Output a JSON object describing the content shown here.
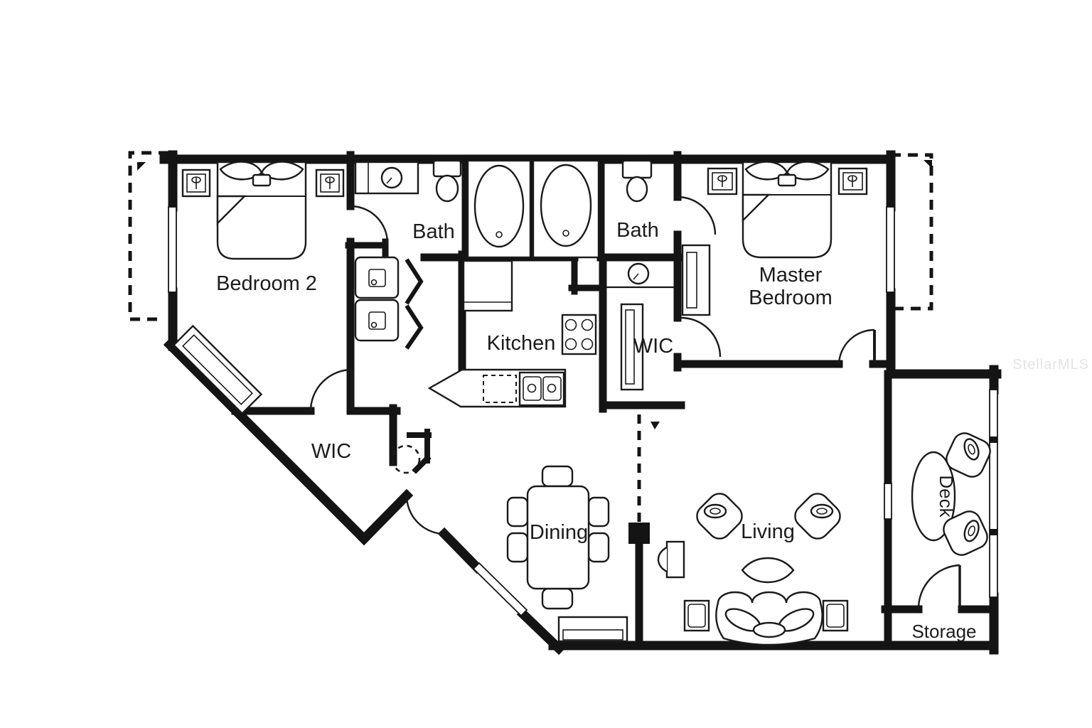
{
  "watermark": "StellarMLS",
  "colors": {
    "wall": "#141414",
    "label": "#1c1c1c",
    "watermark": "#e5e3e3",
    "background": "#ffffff"
  },
  "rooms": {
    "bedroom2": "Bedroom 2",
    "bath1": "Bath",
    "bath2": "Bath",
    "master1": "Master",
    "master2": "Bedroom",
    "kitchen": "Kitchen",
    "wic_master": "WIC",
    "wic_entry": "WIC",
    "dining": "Dining",
    "living": "Living",
    "storage": "Storage",
    "deck": "Deck"
  }
}
